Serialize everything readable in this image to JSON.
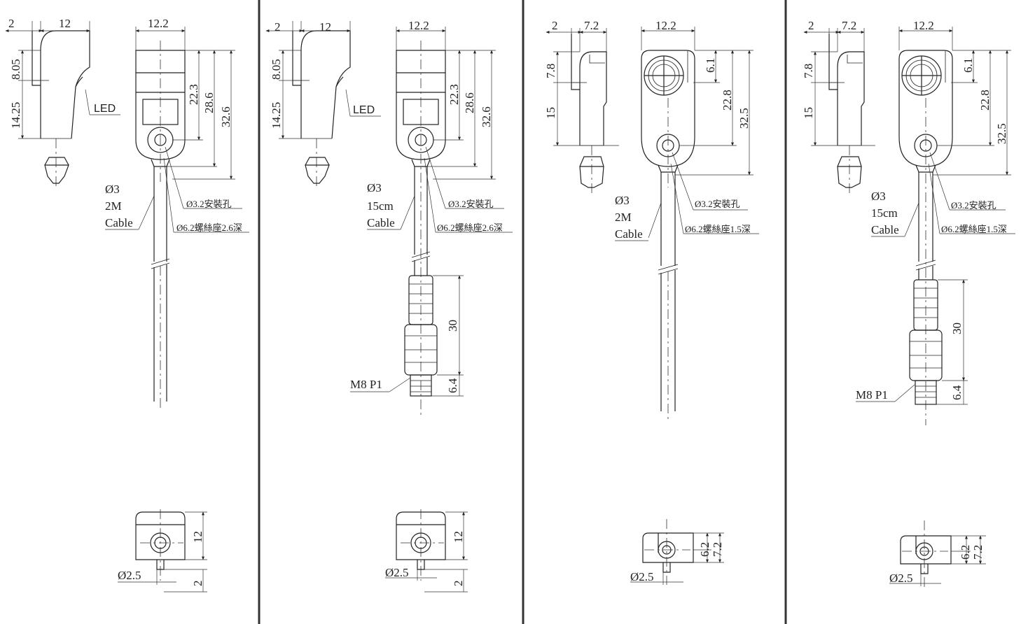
{
  "colors": {
    "line": "#222222",
    "background": "#ffffff"
  },
  "panels": [
    {
      "id": "p1",
      "side_width": "2",
      "side_body": "12",
      "side_upper": "8.05",
      "side_lower": "14.25",
      "front_width": "12.2",
      "front_h1": "22.3",
      "front_h2": "28.6",
      "front_h3": "32.6",
      "led_label": "LED",
      "cable_dia": "Ø3",
      "cable_len": "2M",
      "cable_word": "Cable",
      "hole_label": "Ø3.2安裝孔",
      "seat_label": "Ø6.2螺絲座2.6深",
      "bottom_height": "12",
      "bottom_stub": "2",
      "bottom_dia": "Ø2.5"
    },
    {
      "id": "p2",
      "side_width": "2",
      "side_body": "12",
      "side_upper": "8.05",
      "side_lower": "14.25",
      "front_width": "12.2",
      "front_h1": "22.3",
      "front_h2": "28.6",
      "front_h3": "32.6",
      "led_label": "LED",
      "cable_dia": "Ø3",
      "cable_len": "15cm",
      "cable_word": "Cable",
      "hole_label": "Ø3.2安裝孔",
      "seat_label": "Ø6.2螺絲座2.6深",
      "conn_len": "30",
      "conn_pin": "6.4",
      "conn_label": "M8 P1",
      "bottom_height": "12",
      "bottom_stub": "2",
      "bottom_dia": "Ø2.5"
    },
    {
      "id": "p3",
      "side_width": "2",
      "side_body": "7.2",
      "side_upper": "7.8",
      "side_lower": "15",
      "front_width": "12.2",
      "front_h0": "6.1",
      "front_h1": "22.8",
      "front_h2": "32.5",
      "cable_dia": "Ø3",
      "cable_len": "2M",
      "cable_word": "Cable",
      "hole_label": "Ø3.2安裝孔",
      "seat_label": "Ø6.2螺絲座1.5深",
      "bottom_h1": "6.2",
      "bottom_h2": "7.2",
      "bottom_dia": "Ø2.5"
    },
    {
      "id": "p4",
      "side_width": "2",
      "side_body": "7.2",
      "side_upper": "7.8",
      "side_lower": "15",
      "front_width": "12.2",
      "front_h0": "6.1",
      "front_h1": "22.8",
      "front_h2": "32.5",
      "cable_dia": "Ø3",
      "cable_len": "15cm",
      "cable_word": "Cable",
      "hole_label": "Ø3.2安裝孔",
      "seat_label": "Ø6.2螺絲座1.5深",
      "conn_len": "30",
      "conn_pin": "6.4",
      "conn_label": "M8 P1",
      "bottom_h1": "6.2",
      "bottom_h2": "7.2",
      "bottom_dia": "Ø2.5"
    }
  ]
}
